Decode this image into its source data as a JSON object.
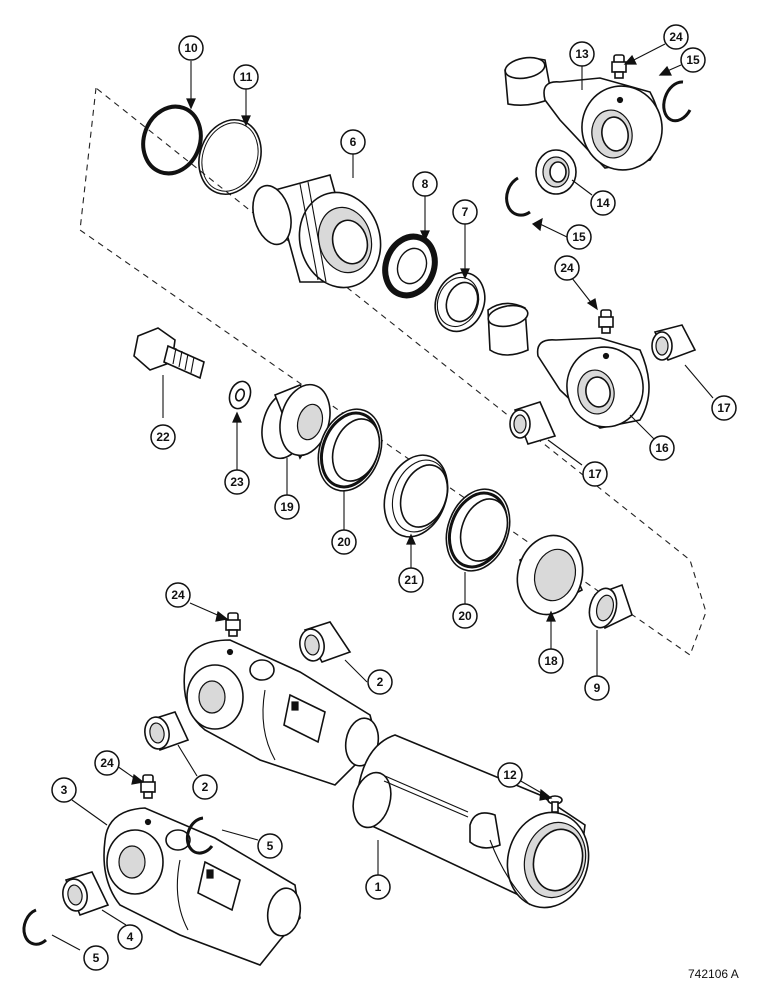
{
  "diagram": {
    "figure_number": "742106 A",
    "callouts": [
      {
        "id": "c10a",
        "label": "10"
      },
      {
        "id": "c11a",
        "label": "11"
      },
      {
        "id": "c6a",
        "label": "6"
      },
      {
        "id": "c8a",
        "label": "8"
      },
      {
        "id": "c7a",
        "label": "7"
      },
      {
        "id": "c13a",
        "label": "13"
      },
      {
        "id": "c24a",
        "label": "24"
      },
      {
        "id": "c15a",
        "label": "15"
      },
      {
        "id": "c14a",
        "label": "14"
      },
      {
        "id": "c15b",
        "label": "15"
      },
      {
        "id": "c24b",
        "label": "24"
      },
      {
        "id": "c17a",
        "label": "17"
      },
      {
        "id": "c16a",
        "label": "16"
      },
      {
        "id": "c17b",
        "label": "17"
      },
      {
        "id": "c22a",
        "label": "22"
      },
      {
        "id": "c23a",
        "label": "23"
      },
      {
        "id": "c19a",
        "label": "19"
      },
      {
        "id": "c20a",
        "label": "20"
      },
      {
        "id": "c21a",
        "label": "21"
      },
      {
        "id": "c20b",
        "label": "20"
      },
      {
        "id": "c18a",
        "label": "18"
      },
      {
        "id": "c9a",
        "label": "9"
      },
      {
        "id": "c24c",
        "label": "24"
      },
      {
        "id": "c2a",
        "label": "2"
      },
      {
        "id": "c2b",
        "label": "2"
      },
      {
        "id": "c24d",
        "label": "24"
      },
      {
        "id": "c3a",
        "label": "3"
      },
      {
        "id": "c5a",
        "label": "5"
      },
      {
        "id": "c12a",
        "label": "12"
      },
      {
        "id": "c1a",
        "label": "1"
      },
      {
        "id": "c4a",
        "label": "4"
      },
      {
        "id": "c5b",
        "label": "5"
      }
    ]
  }
}
